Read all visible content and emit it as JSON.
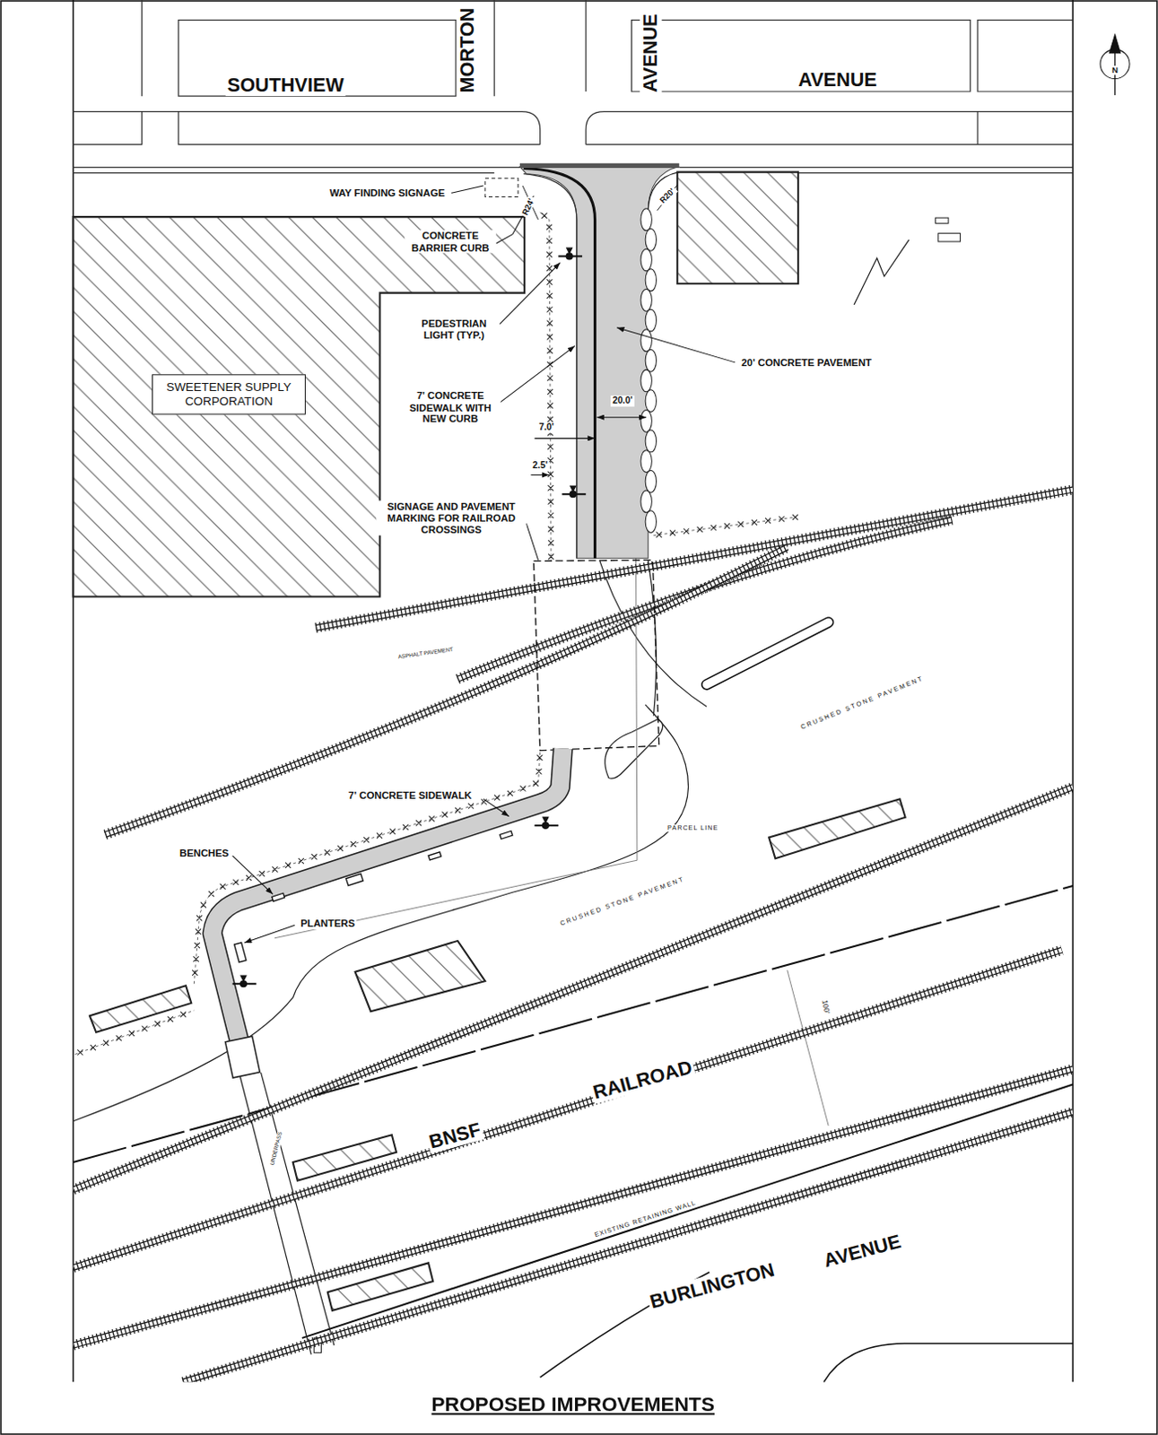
{
  "diagram": {
    "title": "PROPOSED IMPROVEMENTS",
    "nodes": [
      {
        "text": [
          "SWEETENER SUPPLY CORPORATION"
        ]
      }
    ],
    "labels": [
      "SOUTHVIEW",
      "MORTON",
      "AVENUE",
      "AVENUE",
      "WAY FINDING SIGNAGE",
      "R24'",
      "R20'",
      "CONCRETE BARRIER CURB",
      "PEDESTRIAN LIGHT (TYP.)",
      "20' CONCRETE PAVEMENT",
      "7' CONCRETE SIDEWALK WITH NEW CURB",
      "20.0'",
      "7.0'",
      "2.5'",
      "SIGNAGE AND PAVEMENT MARKING FOR RAILROAD CROSSINGS",
      "ASPHALT PAVEMENT",
      "CRUSHED STONE PAVEMENT",
      "7' CONCRETE SIDEWALK",
      "BENCHES",
      "PLANTERS",
      "PARCEL LINE",
      "CRUSHED STONE PAVEMENT",
      "RAILROAD",
      "BNSF",
      "100'",
      "UNDERPASS",
      "EXISTING RETAINING WALL",
      "BURLINGTON",
      "AVENUE",
      "N"
    ]
  }
}
